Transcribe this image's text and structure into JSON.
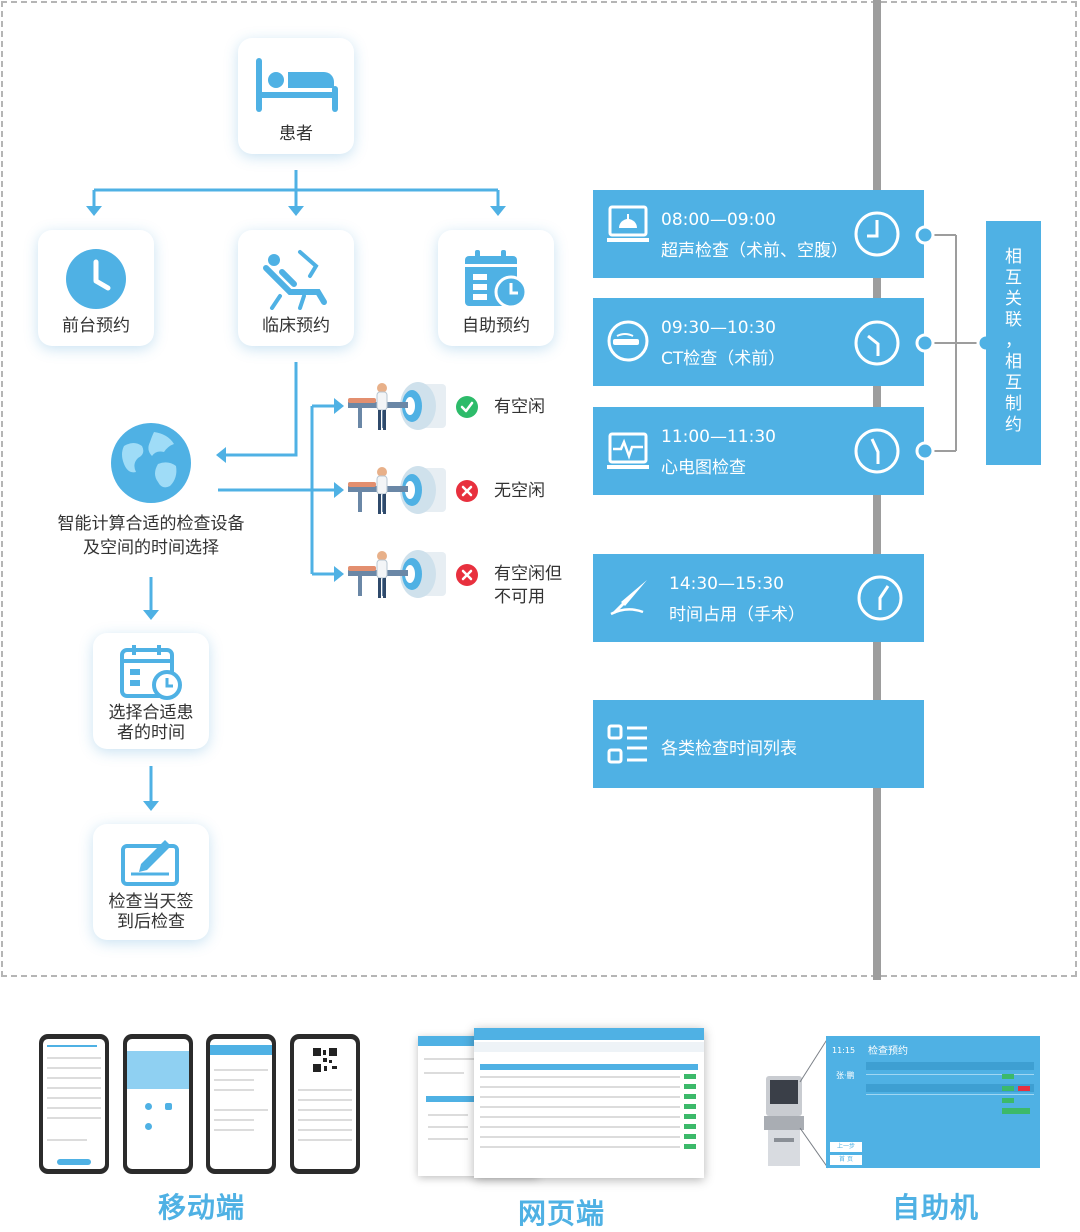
{
  "patient": {
    "label": "患者"
  },
  "booking": {
    "front": "前台预约",
    "clinic": "临床预约",
    "self": "自助预约"
  },
  "smart": {
    "line1": "智能计算合适的检查设备",
    "line2": "及空间的时间选择"
  },
  "machines": [
    {
      "status": "有空闲",
      "state": "ok"
    },
    {
      "status": "无空闲",
      "state": "no"
    },
    {
      "status_line1": "有空闲但",
      "status_line2": "不可用",
      "state": "no"
    }
  ],
  "steps": {
    "choose_line1": "选择合适患",
    "choose_line2": "者的时间",
    "checkin_line1": "检查当天签",
    "checkin_line2": "到后检查"
  },
  "schedule": [
    {
      "time": "08:00—09:00",
      "name": "超声检查（术前、空腹）",
      "icon": "ultrasound-icon",
      "clock": "clock-9-icon"
    },
    {
      "time": "09:30—10:30",
      "name": "CT检查（术前）",
      "icon": "ct-icon",
      "clock": "clock-10-icon"
    },
    {
      "time": "11:00—11:30",
      "name": "心电图检查",
      "icon": "ecg-icon",
      "clock": "clock-11-icon"
    },
    {
      "time": "14:30—15:30",
      "name": "时间占用（手术）",
      "icon": "scalpel-icon",
      "clock": "clock-3-icon"
    }
  ],
  "list_panel": {
    "label": "各类检查时间列表",
    "icon": "list-icon"
  },
  "side_note": {
    "chars": [
      "相",
      "互",
      "关",
      "联",
      "，",
      "相",
      "互",
      "制",
      "约"
    ]
  },
  "platforms": {
    "mobile": "移动端",
    "web": "网页端",
    "kiosk": "自助机"
  },
  "kiosk_screen": {
    "title": "检查预约",
    "time": "11:15",
    "btn_prev": "上一步",
    "btn_home": "首 页",
    "side_label": "张·鹏"
  },
  "colors": {
    "accent": "#4fb1e4",
    "ok": "#2dbb6a",
    "error": "#e8303e",
    "timeline": "#9d9d9d"
  }
}
